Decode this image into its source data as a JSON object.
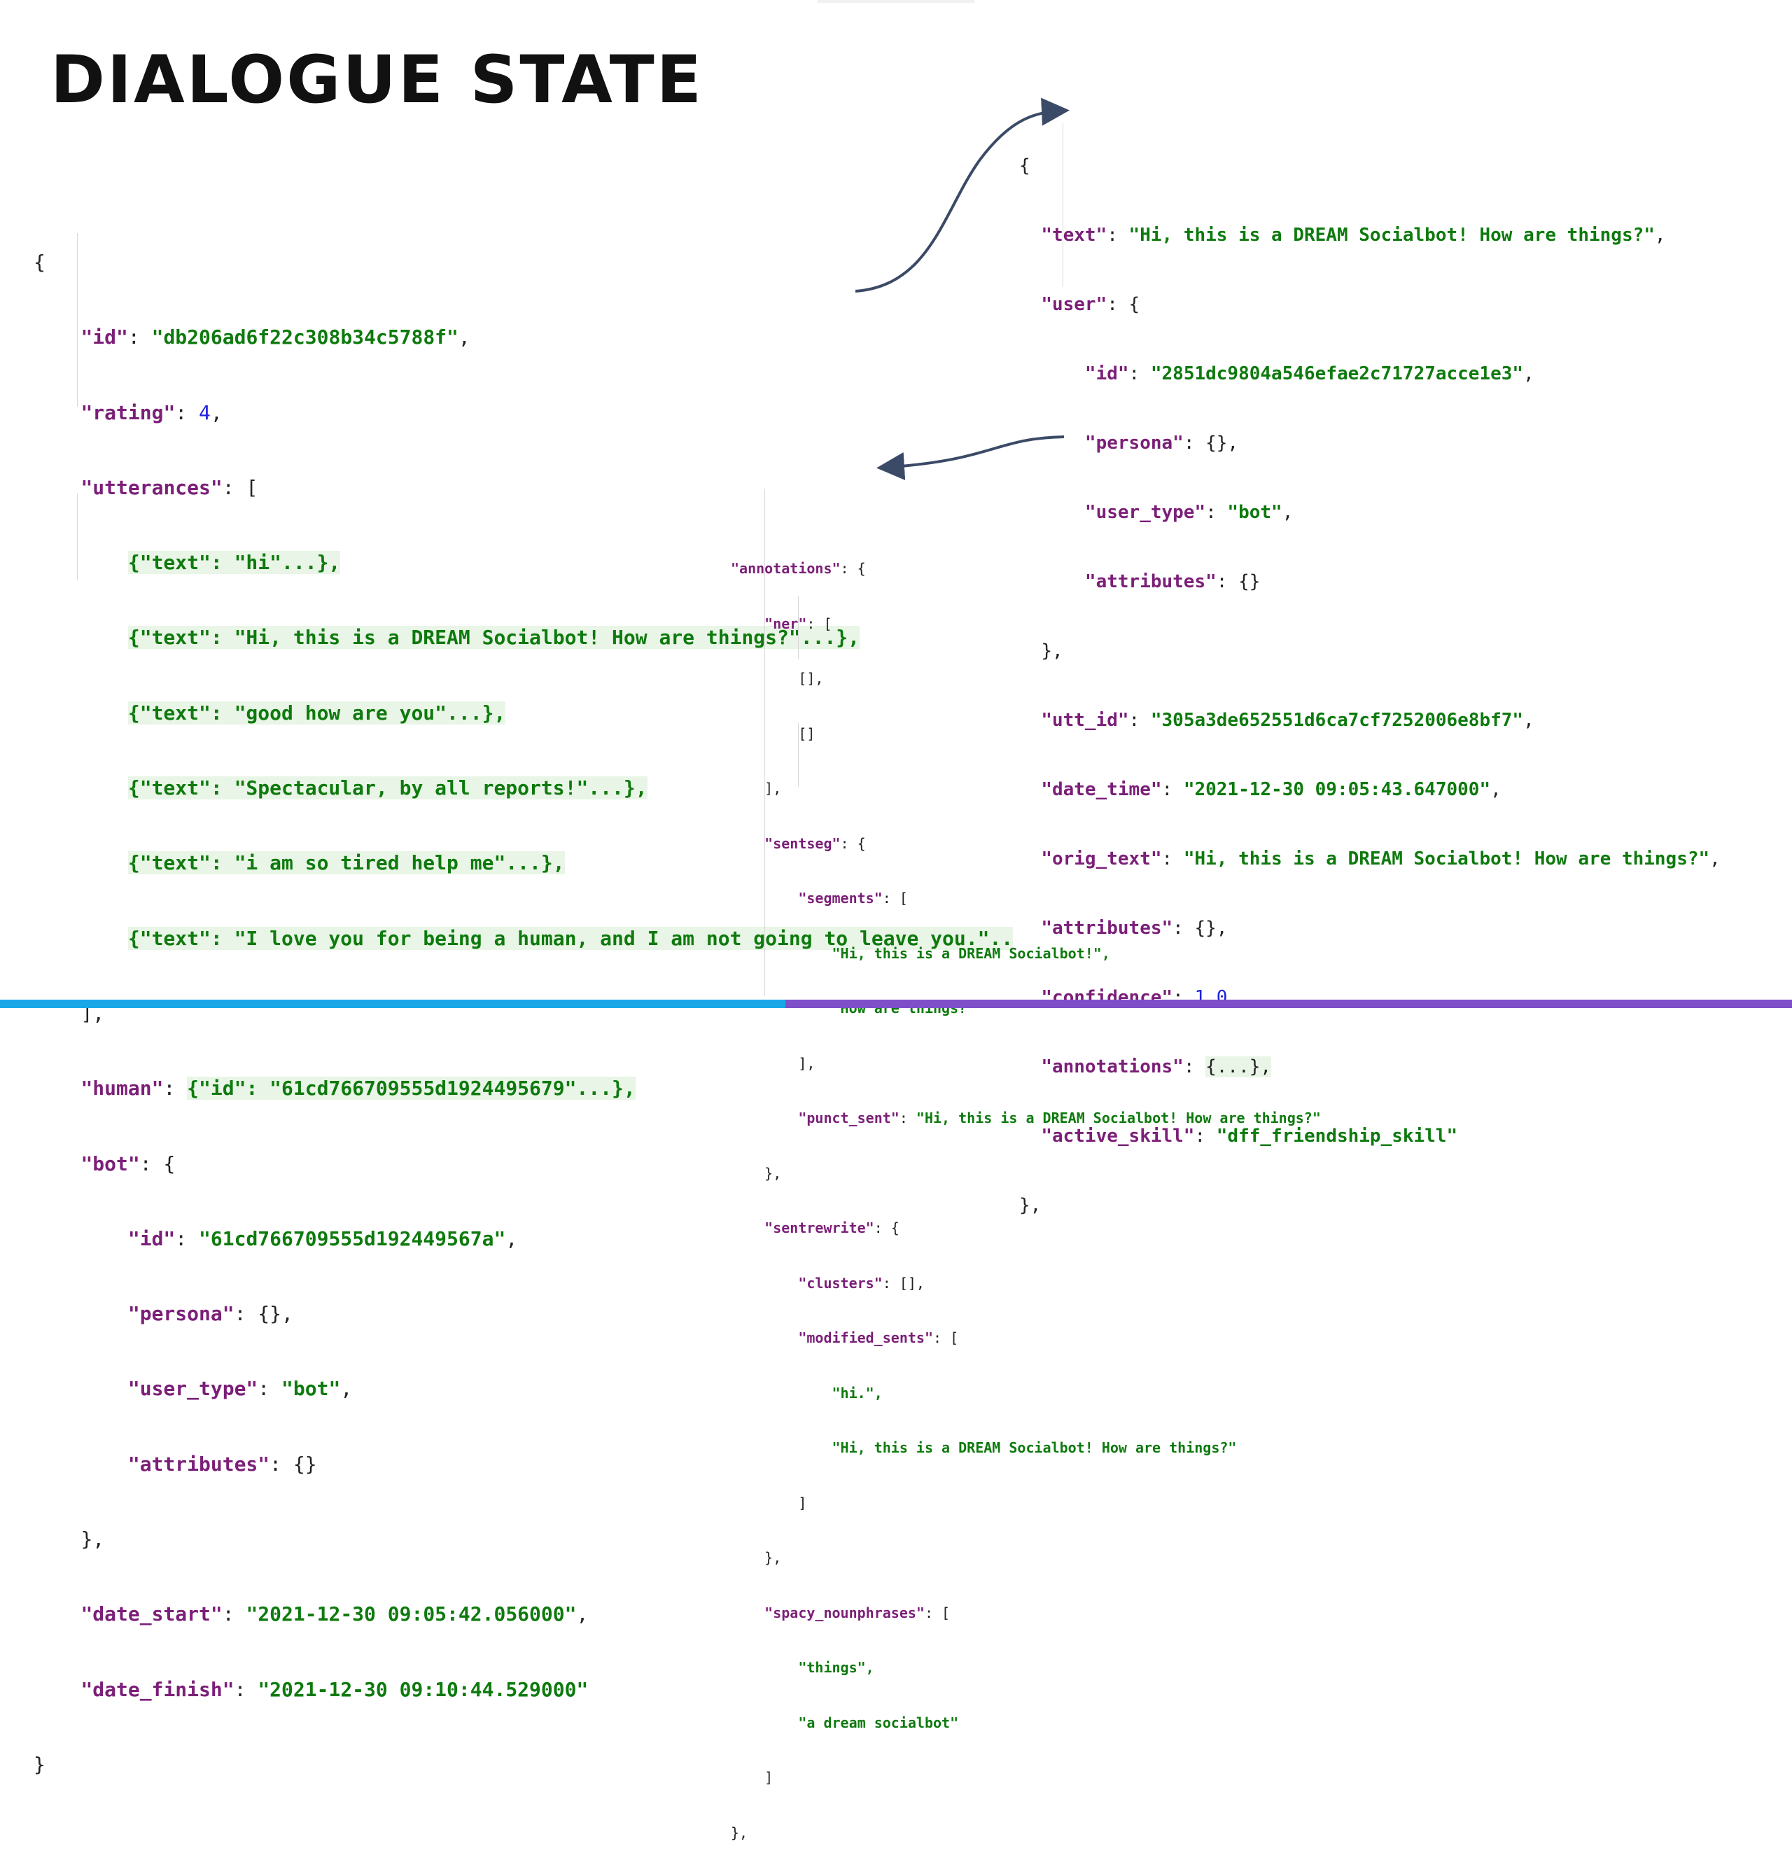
{
  "slide": {
    "title": "DIALOGUE STATE"
  },
  "left": {
    "open": "{",
    "id_key": "\"id\"",
    "id_val": "\"db206ad6f22c308b34c5788f\"",
    "rating_key": "\"rating\"",
    "rating_val": "4",
    "utterances_key": "\"utterances\"",
    "utterances": [
      "{\"text\": \"hi\"...},",
      "{\"text\": \"Hi, this is a DREAM Socialbot! How are things?\"...},",
      "{\"text\": \"good how are you\"...},",
      "{\"text\": \"Spectacular, by all reports!\"...},",
      "{\"text\": \"i am so tired help me\"...},",
      "{\"text\": \"I love you for being a human, and I am not going to leave you.\".."
    ],
    "utterances_close": "],",
    "human_key": "\"human\"",
    "human_val": "{\"id\": \"61cd766709555d1924495679\"...},",
    "bot_key": "\"bot\"",
    "bot_id_key": "\"id\"",
    "bot_id_val": "\"61cd766709555d192449567a\"",
    "bot_persona_key": "\"persona\"",
    "bot_persona_val": "{},",
    "bot_user_type_key": "\"user_type\"",
    "bot_user_type_val": "\"bot\"",
    "bot_attributes_key": "\"attributes\"",
    "bot_attributes_val": "{}",
    "bot_close": "},",
    "date_start_key": "\"date_start\"",
    "date_start_val": "\"2021-12-30 09:05:42.056000\"",
    "date_finish_key": "\"date_finish\"",
    "date_finish_val": "\"2021-12-30 09:10:44.529000\"",
    "close": "}"
  },
  "right": {
    "open": "{",
    "text_key": "\"text\"",
    "text_val": "\"Hi, this is a DREAM Socialbot! How are things?\"",
    "user_key": "\"user\"",
    "user_id_key": "\"id\"",
    "user_id_val": "\"2851dc9804a546efae2c71727acce1e3\"",
    "user_persona_key": "\"persona\"",
    "user_persona_val": "{},",
    "user_type_key": "\"user_type\"",
    "user_type_val": "\"bot\"",
    "user_attributes_key": "\"attributes\"",
    "user_attributes_val": "{}",
    "user_close": "},",
    "utt_id_key": "\"utt_id\"",
    "utt_id_val": "\"305a3de652551d6ca7cf7252006e8bf7\"",
    "date_time_key": "\"date_time\"",
    "date_time_val": "\"2021-12-30 09:05:43.647000\"",
    "orig_text_key": "\"orig_text\"",
    "orig_text_val": "\"Hi, this is a DREAM Socialbot! How are things?\"",
    "attributes_key": "\"attributes\"",
    "attributes_val": "{},",
    "confidence_key": "\"confidence\"",
    "confidence_val": "1.0",
    "annotations_key": "\"annotations\"",
    "annotations_val": "{...},",
    "active_skill_key": "\"active_skill\"",
    "active_skill_val": "\"dff_friendship_skill\"",
    "close": "},"
  },
  "annotations": {
    "key": "\"annotations\"",
    "ner_key": "\"ner\"",
    "ner_items": [
      "[],",
      "[]"
    ],
    "ner_close": "],",
    "sentseg_key": "\"sentseg\"",
    "segments_key": "\"segments\"",
    "segments": [
      "\"Hi, this is a DREAM Socialbot!\",",
      "\"How are things?\""
    ],
    "segments_close": "],",
    "punct_sent_key": "\"punct_sent\"",
    "punct_sent_val": "\"Hi, this is a DREAM Socialbot! How are things?\"",
    "sentseg_close": "},",
    "sentrewrite_key": "\"sentrewrite\"",
    "clusters_key": "\"clusters\"",
    "clusters_val": "[],",
    "modified_sents_key": "\"modified_sents\"",
    "modified_sents": [
      "\"hi.\",",
      "\"Hi, this is a DREAM Socialbot! How are things?\""
    ],
    "modified_close": "]",
    "sentrewrite_close": "},",
    "spacy_key": "\"spacy_nounphrases\"",
    "spacy_items": [
      "\"things\",",
      "\"a dream socialbot\""
    ],
    "spacy_close": "]",
    "close": "},"
  },
  "colors": {
    "key": "#7b1f78",
    "string": "#0e7a0e",
    "number": "#2020e0",
    "highlight": "#e9f5e6",
    "arrow": "#3b4a66",
    "bar_left": "#1aa7e8",
    "bar_right": "#7f4fc9"
  }
}
